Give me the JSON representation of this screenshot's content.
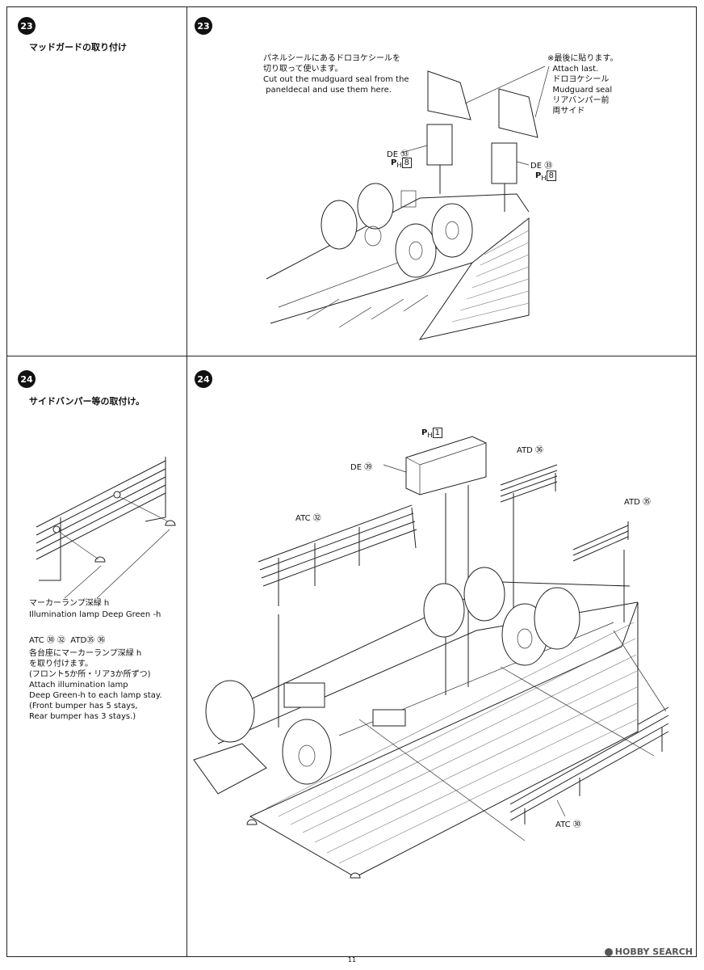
{
  "page_number": "11",
  "watermark": "HOBBY SEARCH",
  "step23": {
    "badge": "23",
    "title": "マッドガードの取り付け",
    "note_cut_jp": "パネルシールにあるドロヨケシールを\n切り取って使います。",
    "note_cut_en": "Cut out the mudguard seal from the\n paneldecal and use them here.",
    "note_last": "※最後に貼ります。\n  Attach last.\n  ドロヨケシール\n  Mudguard seal\n  リアバンパー前\n  両サイド",
    "callout_left_decal": "DE ㉝",
    "callout_left_paint": "P",
    "callout_left_paint_sub": "H",
    "callout_left_paint_num": "8",
    "callout_right_decal": "DE ㉝",
    "callout_right_paint": "P",
    "callout_right_paint_sub": "H",
    "callout_right_paint_num": "8"
  },
  "step24": {
    "badge": "24",
    "title": "サイドバンパー等の取付け。",
    "lamp_jp": "マーカーランプ深緑 h",
    "lamp_en": "Illumination lamp Deep Green -h",
    "parts_line": "ATC ㉚ ㉜  ATD㉟ ㊱",
    "instruction": "各台座にマーカーランプ深緑 h\nを取り付けます。\n(フロント5か所・リア3か所ずつ)\nAttach illumination lamp\nDeep Green-h to each lamp stay.\n(Front bumper has 5 stays,\nRear bumper has 3 stays.)",
    "callout_ph": "P",
    "callout_ph_sub": "H",
    "callout_ph_num": "1",
    "callout_de": "DE ㊴",
    "callout_atd36": "ATD ㊱",
    "callout_atd35": "ATD ㉟",
    "callout_atc32": "ATC ㉜",
    "callout_atc30": "ATC ㉚"
  }
}
